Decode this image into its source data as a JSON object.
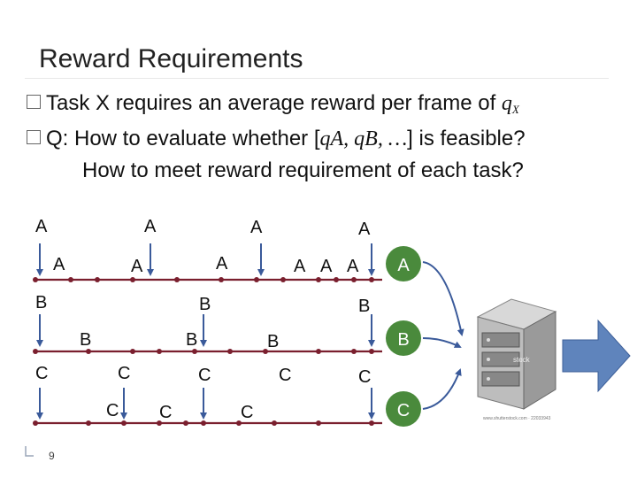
{
  "slide": {
    "title": "Reward Requirements",
    "bullet1": {
      "text": "Task X requires an average reward per frame of ",
      "math_base": "q",
      "math_sub": "X"
    },
    "bullet2": {
      "prefix": "Q: How to evaluate whether [",
      "math": "qA, qB, …",
      "suffix": "] is feasible?"
    },
    "bullet2_cont": "How to meet reward requirement of each task?",
    "page_number": "9"
  },
  "diagram": {
    "labels_a_top": [
      "A",
      "A",
      "A",
      "A"
    ],
    "labels_a_mid": [
      "A",
      "A",
      "A",
      "A",
      "A",
      "A"
    ],
    "labels_b_top": [
      "B",
      "B",
      "B"
    ],
    "labels_b_mid": [
      "B",
      "B",
      "B"
    ],
    "labels_c_top": [
      "C",
      "C",
      "C",
      "C",
      "C"
    ],
    "labels_c_bot": [
      "C",
      "C",
      "C"
    ],
    "legend": [
      "A",
      "B",
      "C"
    ],
    "server_brand": "stock",
    "watermark": "www.shutterstock.com · 22033943",
    "colors": {
      "timeline": "#7a1f2e",
      "dot": "#7a1f2e",
      "arrow": "#3a5a9a",
      "legend_fill": "#4a8a3c",
      "big_arrow": "#5f84bc"
    }
  }
}
